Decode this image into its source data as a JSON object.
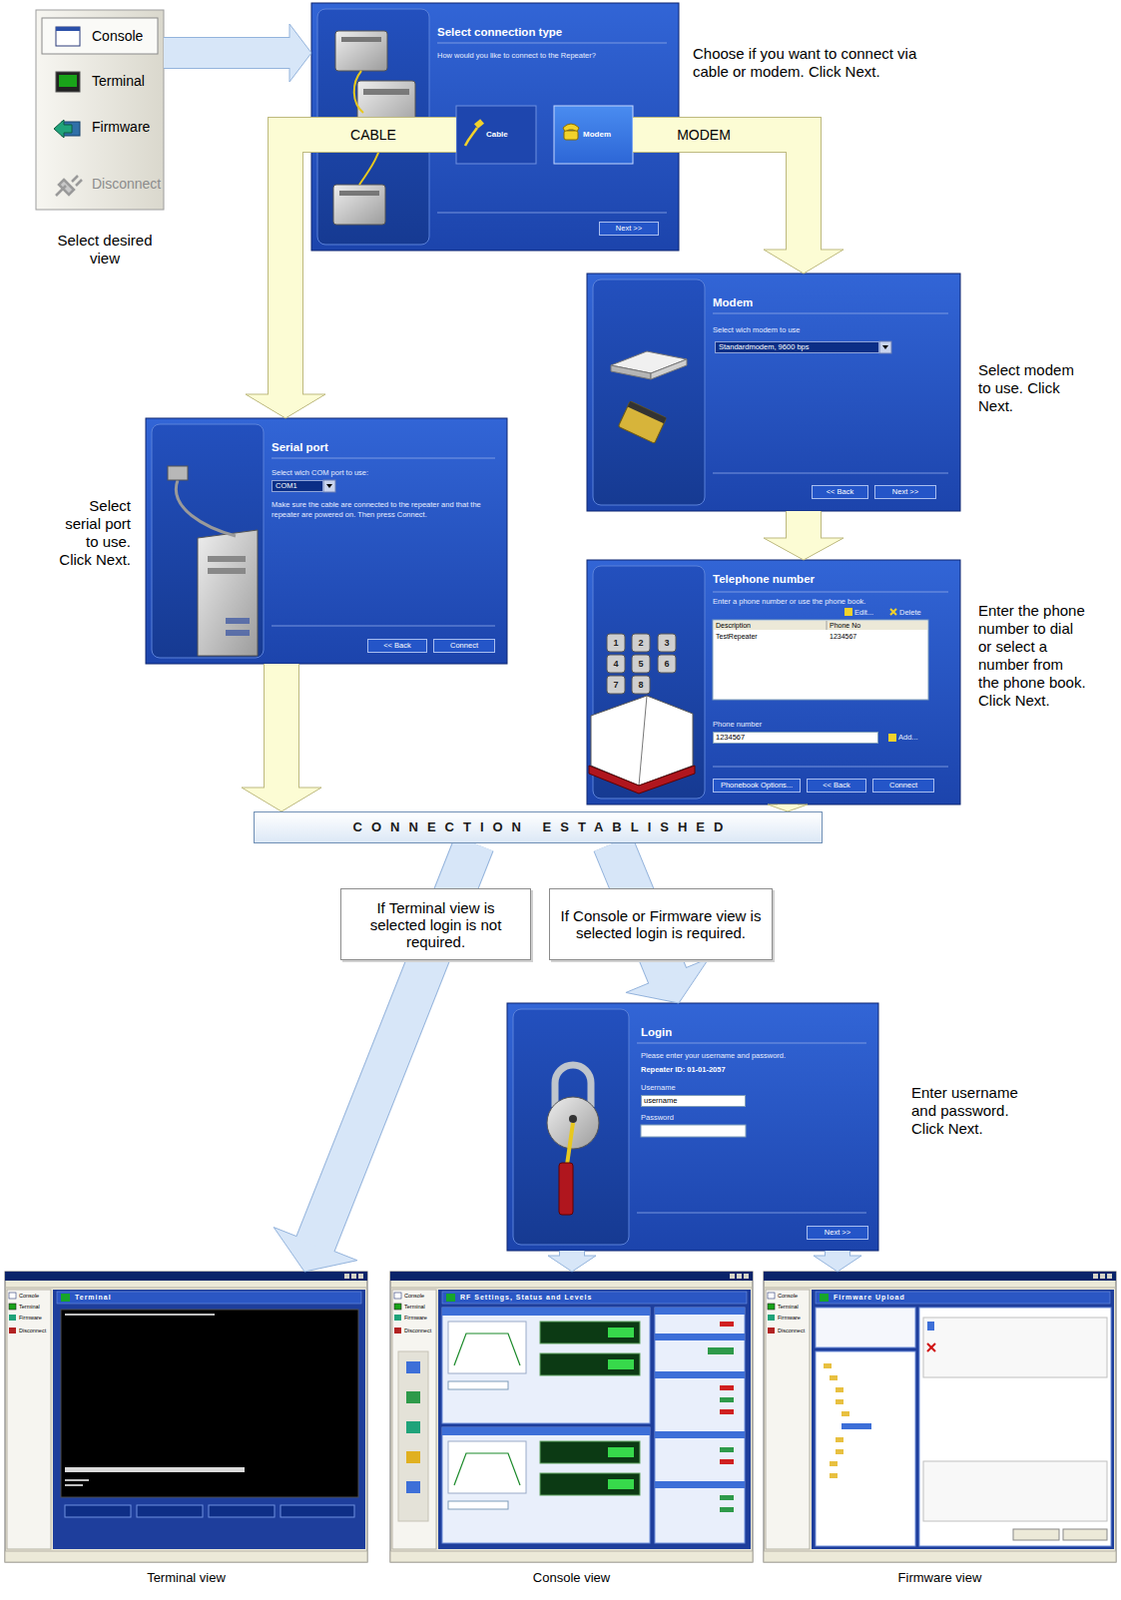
{
  "diagram": {
    "nodes": [
      {
        "text": [
          "Console",
          "Terminal",
          "Firmware",
          "Disconnect"
        ]
      },
      {
        "text": [
          "Select connection type",
          "How would you like to connect to the Repeater?",
          "Next >>"
        ]
      },
      {
        "text": [
          "Cable"
        ],
        "in": 1
      },
      {
        "text": [
          "Modem"
        ],
        "in": 1
      },
      {
        "text": [
          "Modem",
          "Select wich modem to use",
          "Standardmodem, 9600 bps",
          "<< Back",
          "Next >>"
        ]
      },
      {
        "text": [
          "Serial port",
          "Select wich COM port to use:",
          "COM1",
          "Make sure the cable are connected to the repeater and that the repeater are powered on. Then press Connect.",
          "<< Back",
          "Connect"
        ]
      },
      {
        "text": [
          "Telephone number",
          "Enter a phone number or use the phone book.",
          "Edit...",
          "Delete",
          "Description",
          "Phone No",
          "TestRepeater",
          "1234567",
          "Phone number",
          "1234567",
          "Add...",
          "Phonebook Options...",
          "<< Back",
          "Connect"
        ]
      },
      {
        "text": [
          "CONNECTION ESTABLISHED"
        ]
      },
      {
        "text": [
          "If Terminal view is selected login is not required."
        ]
      },
      {
        "text": [
          "If Console or Firmware view is selected login is required."
        ]
      },
      {
        "text": [
          "Login",
          "Please enter your username and password.",
          "Repeater ID: 01-01-2057",
          "Username",
          "username",
          "Password",
          "Next >>"
        ]
      },
      {
        "text": [
          "Console",
          "Terminal",
          "Firmware",
          "Disconnect",
          "Terminal",
          "Terminal view"
        ]
      },
      {
        "text": [
          "Console",
          "Terminal",
          "Firmware",
          "Disconnect",
          "RF Settings, Status and Levels",
          "Console view"
        ]
      },
      {
        "text": [
          "Console",
          "Terminal",
          "Firmware",
          "Disconnect",
          "Firmware Upload",
          "Firmware view"
        ]
      }
    ],
    "edges": [
      {
        "from": 0,
        "to": 1,
        "arrow": "to"
      },
      {
        "from": 2,
        "to": 5,
        "label": "CABLE",
        "arrow": "to"
      },
      {
        "from": 3,
        "to": 4,
        "label": "MODEM",
        "arrow": "to"
      },
      {
        "from": 4,
        "to": 6,
        "arrow": "to"
      },
      {
        "from": 5,
        "to": 7,
        "arrow": "to"
      },
      {
        "from": 6,
        "to": 7,
        "arrow": "to"
      },
      {
        "from": 7,
        "to": 11,
        "arrow": "to"
      },
      {
        "from": 7,
        "to": 10,
        "arrow": "to"
      },
      {
        "from": 10,
        "to": 12,
        "arrow": "to"
      },
      {
        "from": 10,
        "to": 13,
        "arrow": "to"
      }
    ],
    "labels": [
      "Select desired view",
      "Choose if you want to connect via cable or modem. Click Next.",
      "Select serial port to use. Click Next.",
      "Select modem to use. Click Next.",
      "Enter the phone number to dial or select a number from the phone book. Click Next.",
      "Enter username and password. Click Next.",
      "1",
      "2",
      "3",
      "4",
      "5",
      "6",
      "7",
      "8"
    ]
  }
}
